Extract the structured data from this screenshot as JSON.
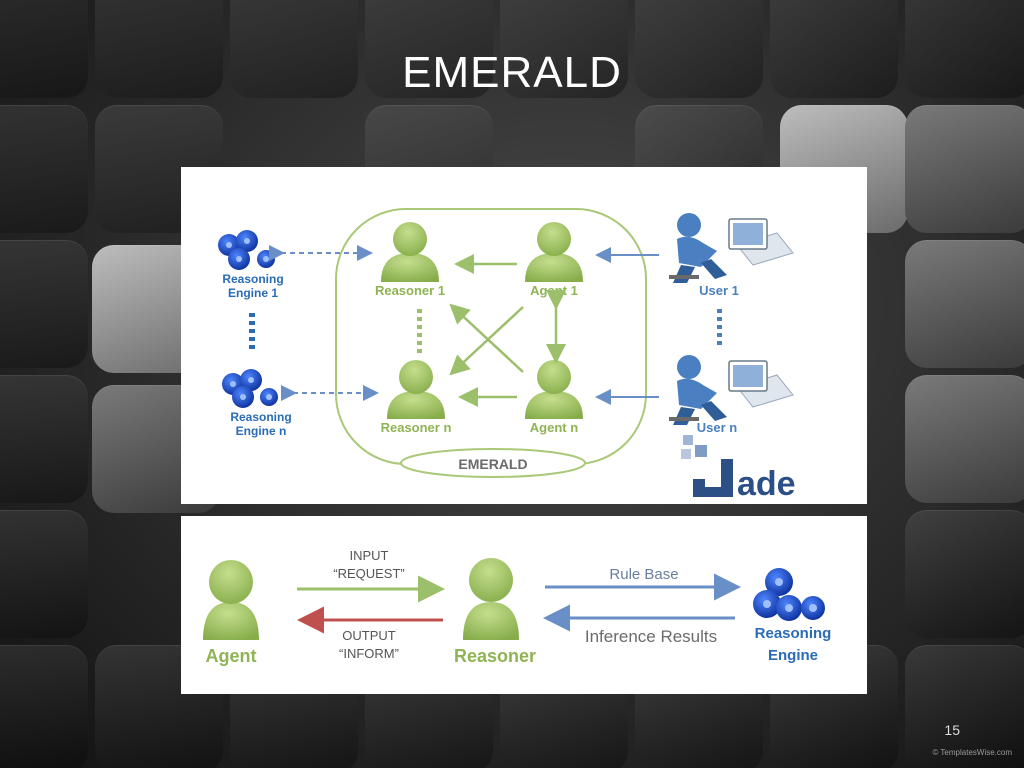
{
  "slide": {
    "title": "EMERALD",
    "page_number": "15",
    "footer_credit": "© TemplatesWise.com"
  },
  "architecture_diagram": {
    "container_label": "EMERALD",
    "reasoning_engines": [
      "Reasoning\nEngine 1",
      "Reasoning\nEngine n"
    ],
    "reasoners": [
      "Reasoner 1",
      "Reasoner n"
    ],
    "agents": [
      "Agent 1",
      "Agent n"
    ],
    "users": [
      "User 1",
      "User n"
    ],
    "logo_text": "Jade",
    "colors": {
      "person": "#9bbf5a",
      "person_label": "#8fb453",
      "engine": "#1a4fc8",
      "engine_label": "#2a6cb6",
      "user_figure": "#4a7fc1",
      "arrow_blue": "#6a8fc6",
      "arrow_green": "#9bbf6a",
      "ellipse": "#a9c878"
    }
  },
  "interaction_diagram": {
    "agent_label": "Agent",
    "reasoner_label": "Reasoner",
    "engine_label": "Reasoning\nEngine",
    "input_label": "INPUT\n“REQUEST”",
    "output_label": "OUTPUT\n“INFORM”",
    "rule_base_label": "Rule Base",
    "inference_label": "Inference Results",
    "colors": {
      "input_arrow": "#9bbf6a",
      "output_arrow": "#c0504d",
      "blue_arrow": "#6a8fc6"
    }
  }
}
